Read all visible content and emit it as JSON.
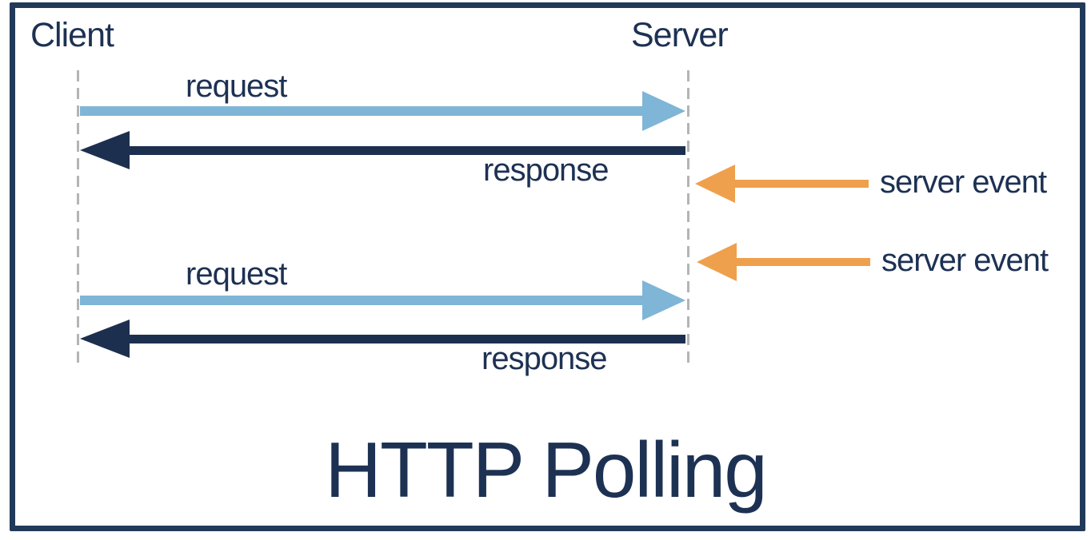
{
  "diagram": {
    "title": "HTTP Polling",
    "actors": {
      "client": "Client",
      "server": "Server"
    },
    "events": [
      {
        "type": "request",
        "from": "client",
        "to": "server",
        "label": "request"
      },
      {
        "type": "response",
        "from": "server",
        "to": "client",
        "label": "response"
      },
      {
        "type": "server-event",
        "from": "external",
        "to": "server",
        "label": "server event"
      },
      {
        "type": "server-event",
        "from": "external",
        "to": "server",
        "label": "server event"
      },
      {
        "type": "request",
        "from": "client",
        "to": "server",
        "label": "request"
      },
      {
        "type": "response",
        "from": "server",
        "to": "client",
        "label": "response"
      }
    ],
    "colors": {
      "request_arrow": "#7fb5d6",
      "response_arrow": "#1d2f4f",
      "server_event_arrow": "#efa04c",
      "label_text": "#1d3153",
      "title_text": "#1d3153",
      "border": "#223a5a",
      "lifeline": "#b4b4b4",
      "background": "#ffffff"
    }
  }
}
